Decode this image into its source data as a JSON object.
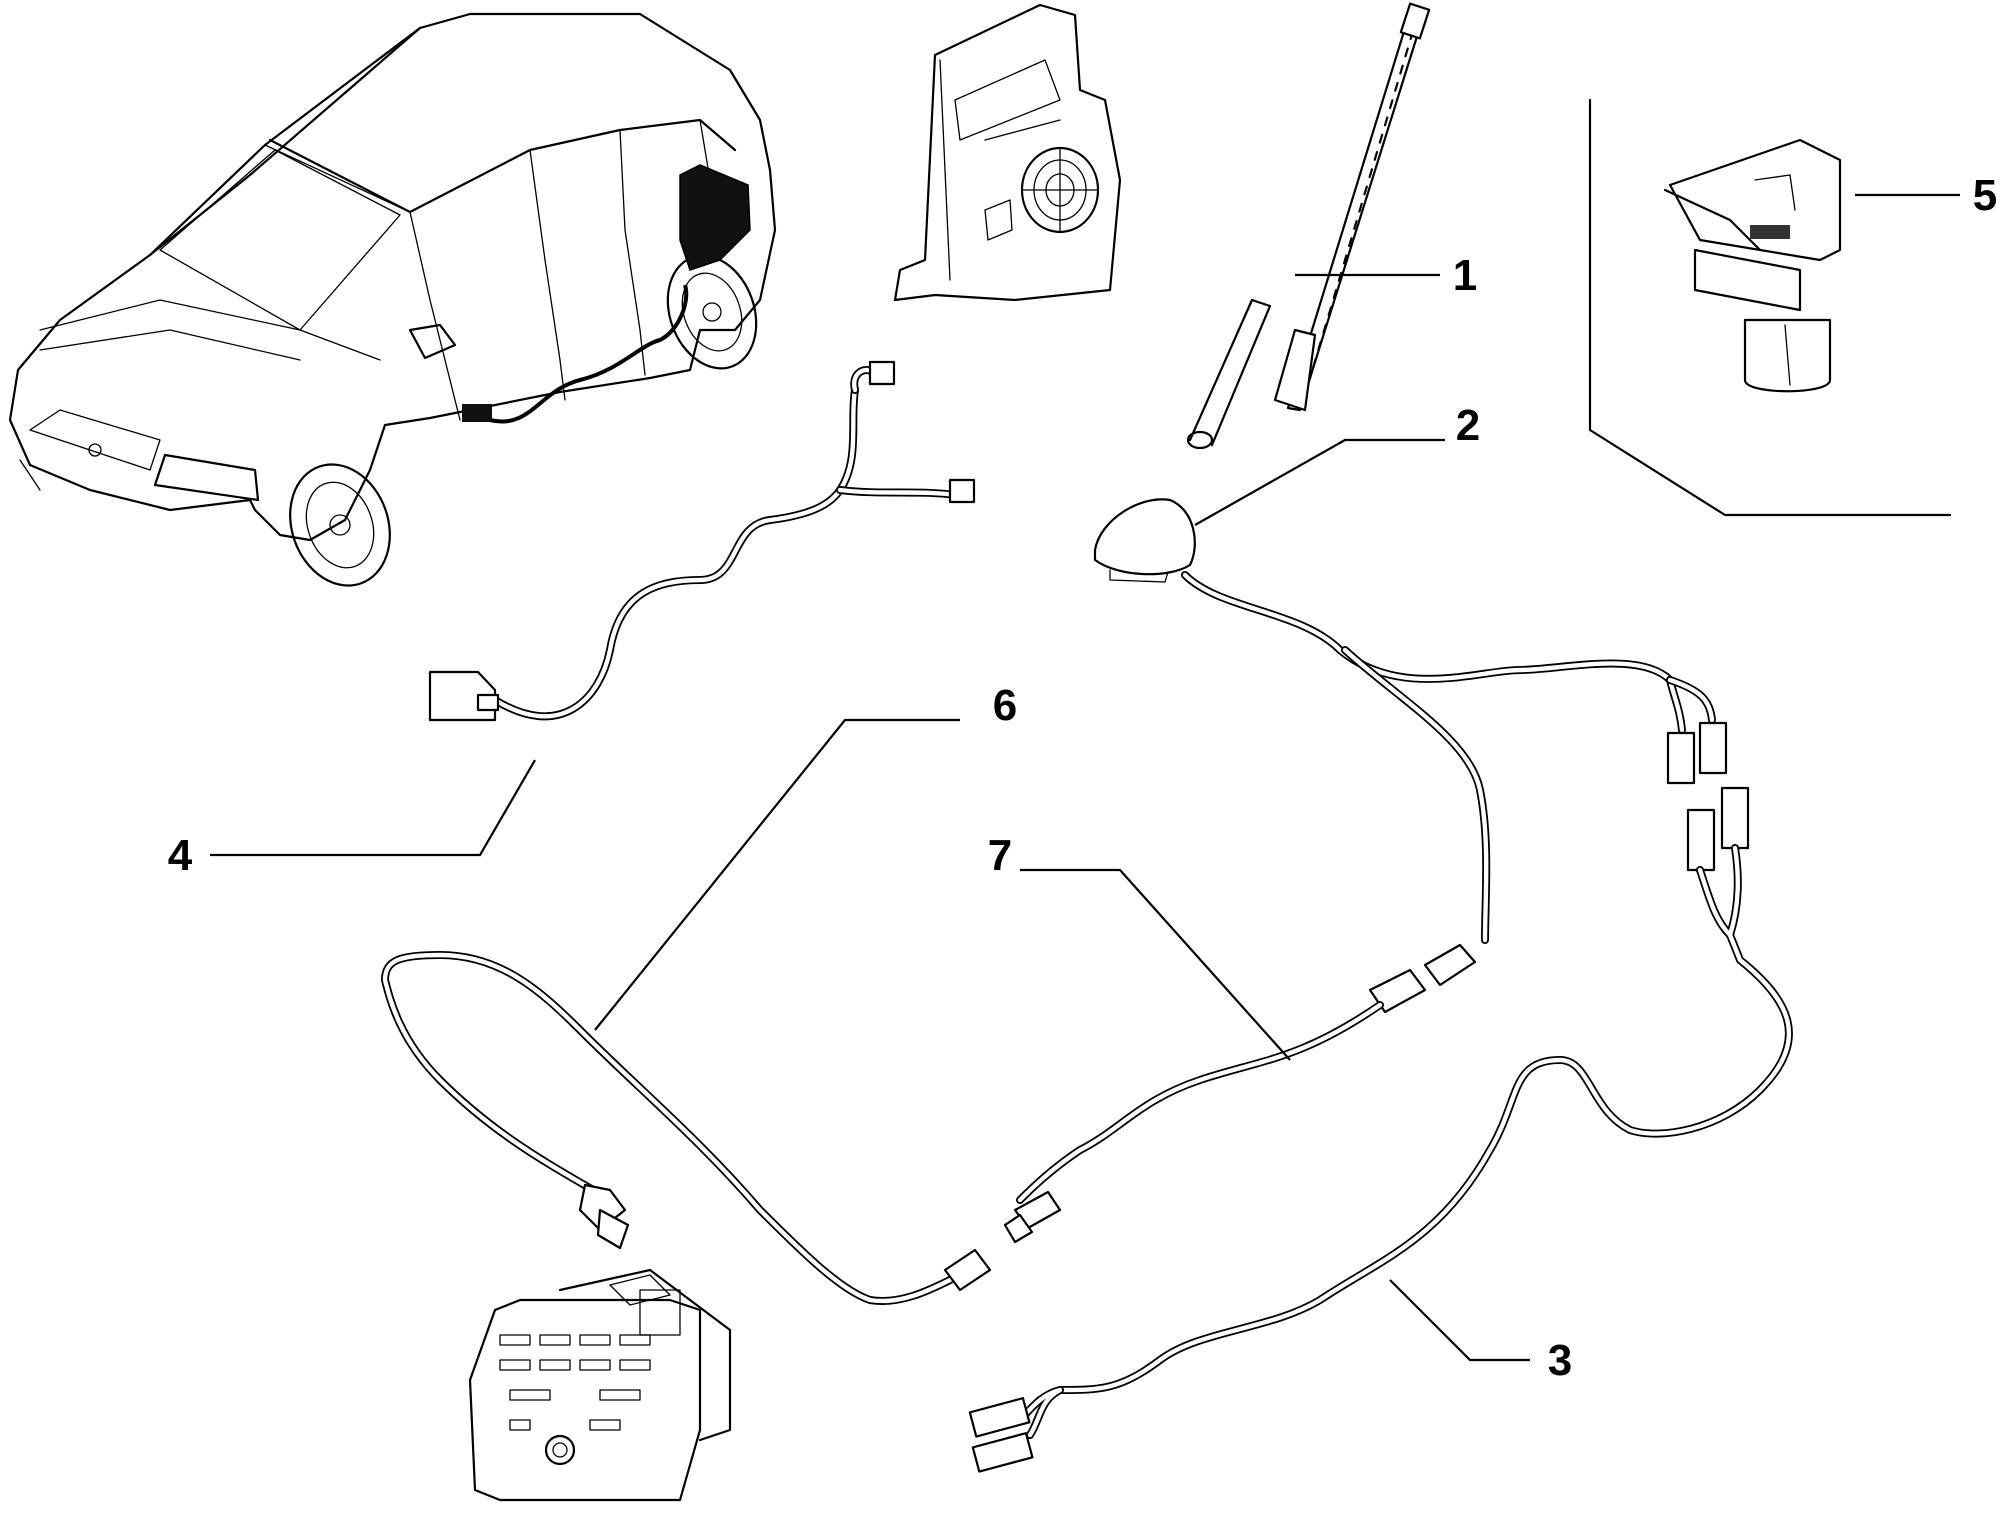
{
  "callouts": [
    "1",
    "2",
    "3",
    "4",
    "5",
    "6",
    "7"
  ],
  "parts": {
    "car": "car-icon",
    "speaker": "speaker-icon",
    "radio": "radio-icon"
  }
}
